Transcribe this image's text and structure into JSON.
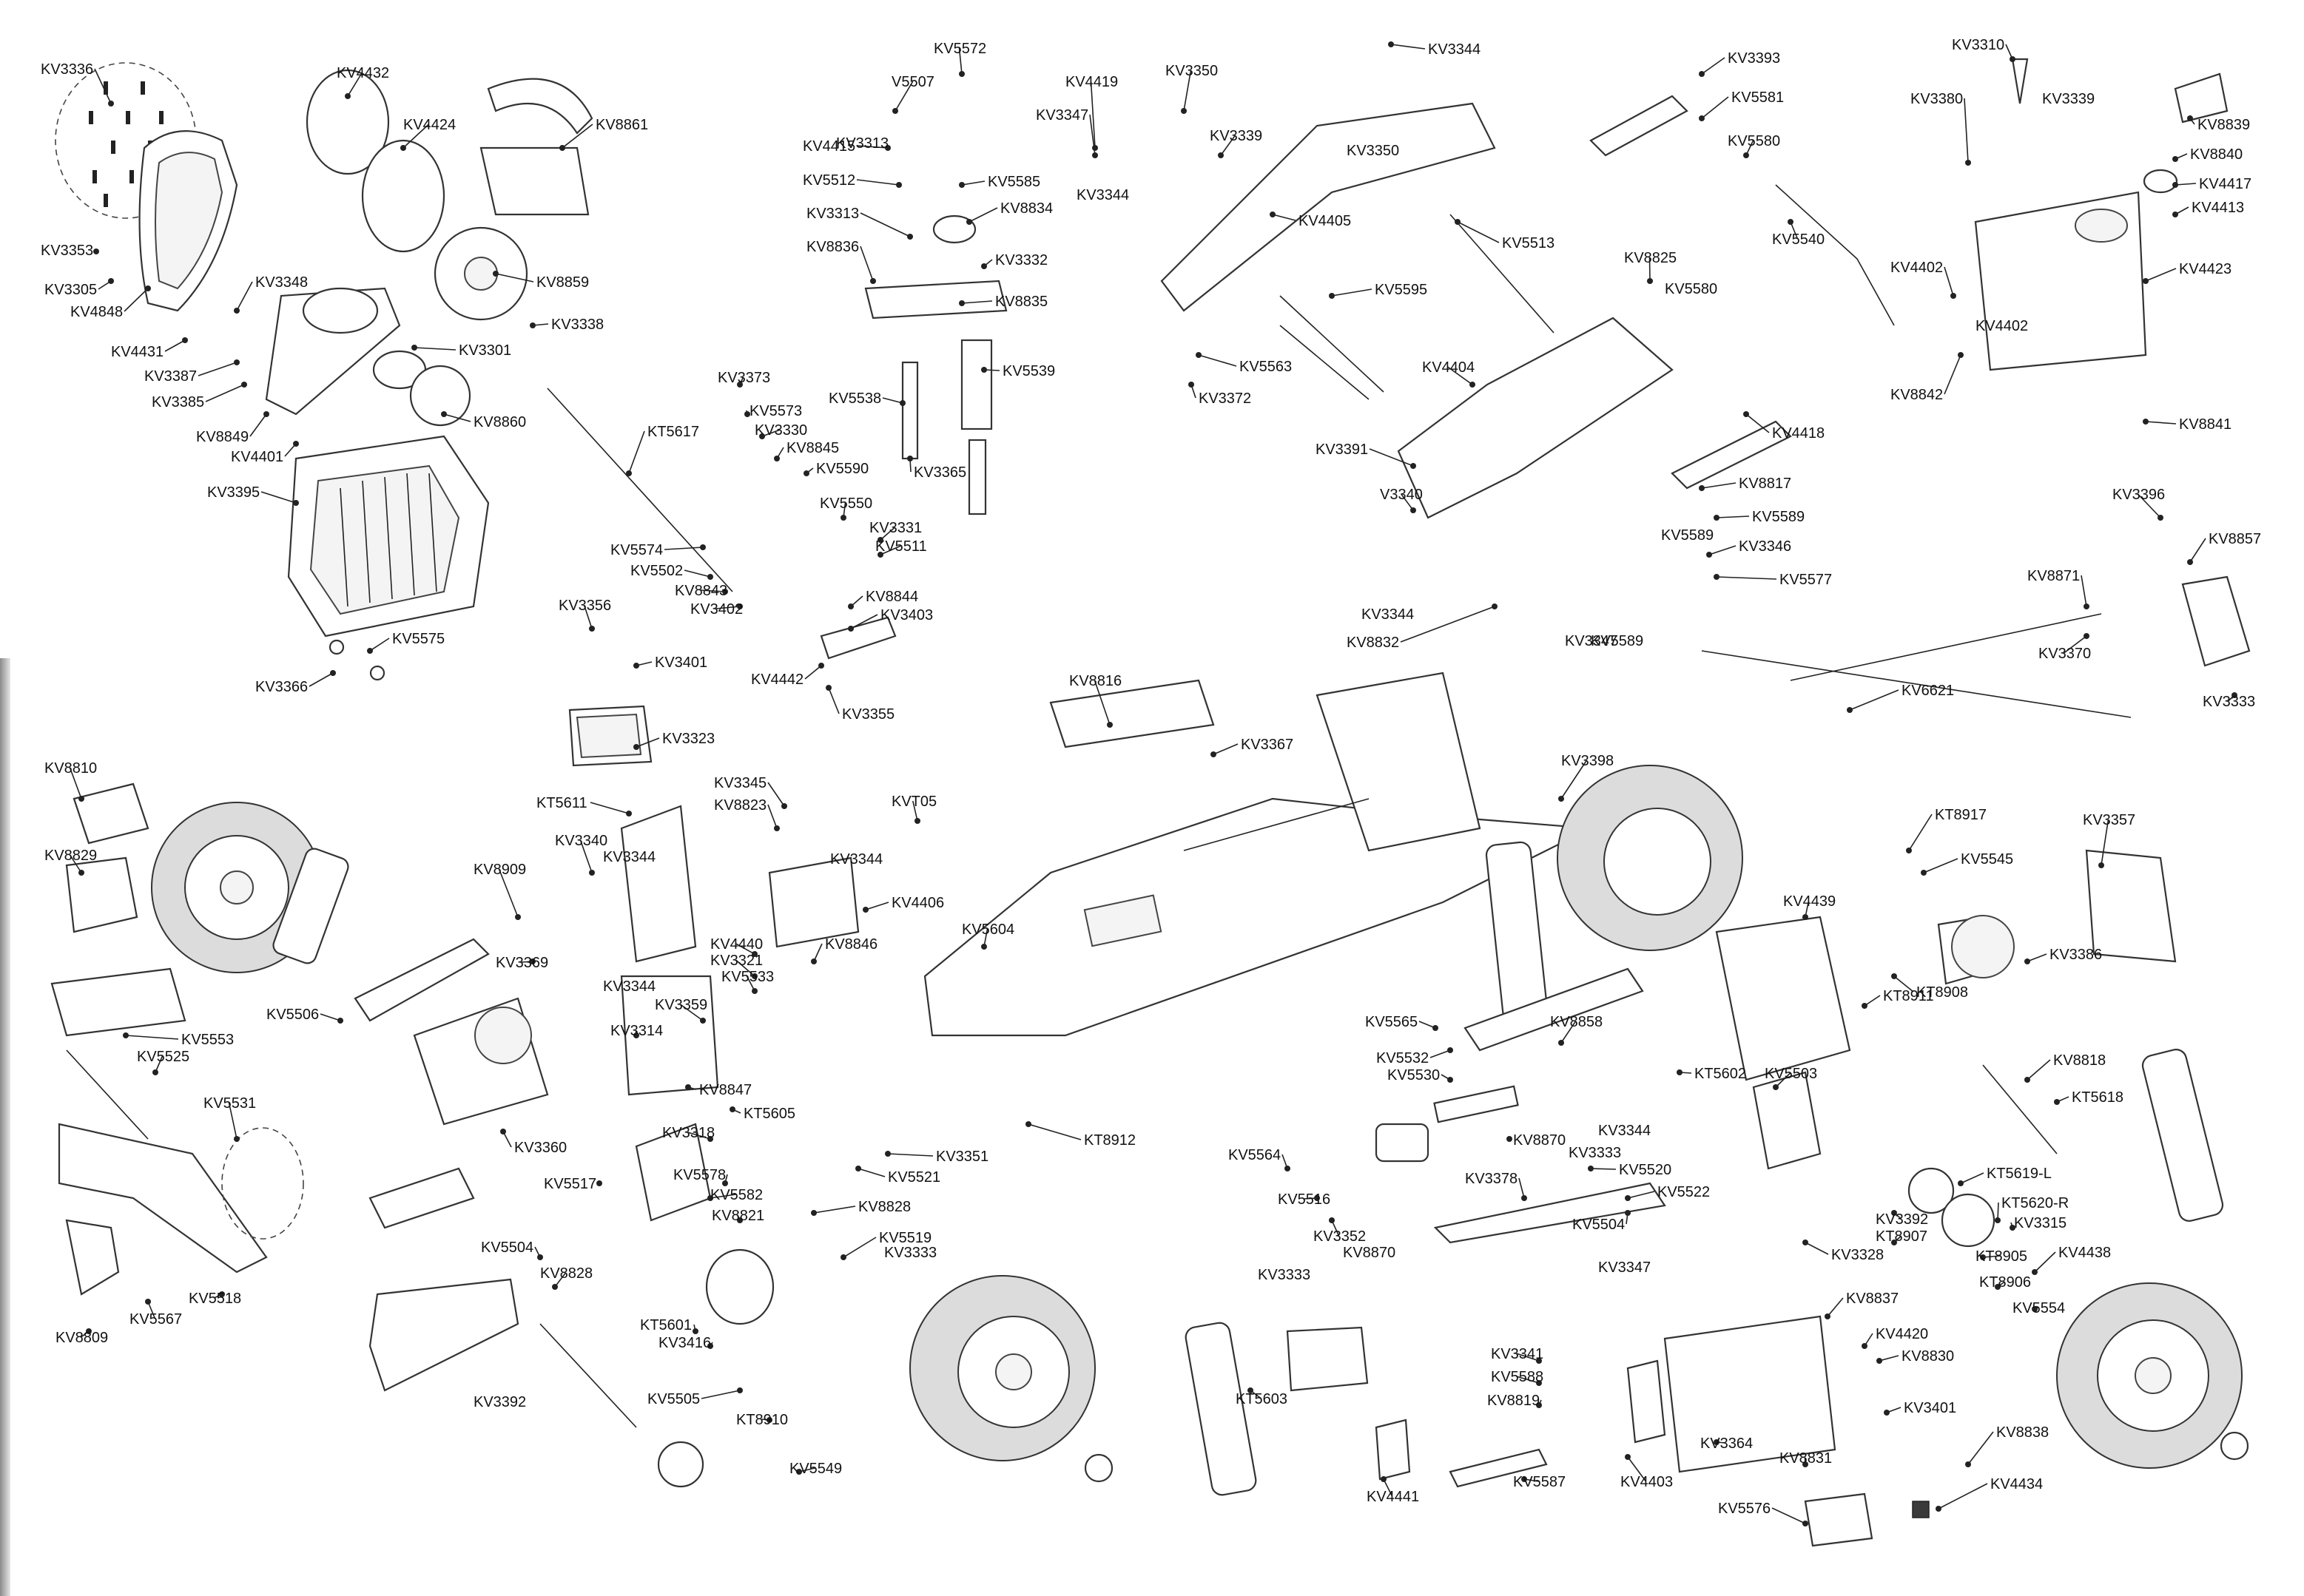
{
  "diagram": {
    "part_labels": [
      "KV3336",
      "KV4432",
      "KV4424",
      "KV8861",
      "KV3353",
      "KV3305",
      "KV4848",
      "KV3348",
      "KV4431",
      "KV3387",
      "KV3385",
      "KV8859",
      "KV3338",
      "KV3301",
      "KV8849",
      "KV8860",
      "KV4401",
      "KV3395",
      "KV5575",
      "KV3366",
      "V5507",
      "KV5572",
      "KV4419",
      "KV3350",
      "KV3344",
      "KV4415",
      "KV3313",
      "KV5512",
      "KV5585",
      "KV8834",
      "KV3332",
      "KV8836",
      "KV8835",
      "KV3347",
      "KV3339",
      "KV4405",
      "KV5539",
      "KV5538",
      "KV3365",
      "KV8825",
      "KV5513",
      "KV5595",
      "KV5563",
      "KV3372",
      "KV3393",
      "KV5581",
      "KV5580",
      "KV5540",
      "KV3310",
      "KV8839",
      "KV3380",
      "KV8840",
      "KV4417",
      "KV4413",
      "KV4423",
      "KV4402",
      "KV8842",
      "KV8841",
      "KV4404",
      "KV4418",
      "KV3391",
      "V3340",
      "KV8817",
      "KV5589",
      "KV3346",
      "KV5577",
      "KV8832",
      "KV3396",
      "KV8857",
      "KV8871",
      "KV3370",
      "KV6621",
      "KV3333",
      "KT5617",
      "KV3373",
      "KV5573",
      "KV3330",
      "KV8845",
      "KV5590",
      "KV5550",
      "KV3331",
      "KV5511",
      "KV5574",
      "KV5502",
      "KV8843",
      "KV3402",
      "KV8844",
      "KV3403",
      "KV4442",
      "KV3355",
      "KV3356",
      "KV3401",
      "KV3323",
      "KV8816",
      "KV3367",
      "KV3398",
      "KV8810",
      "KV8829",
      "KV3369",
      "KV8909",
      "KT5611",
      "KV3340",
      "KV3345",
      "KV8823",
      "KVT05",
      "KV4406",
      "KV5604",
      "KV4439",
      "KT8917",
      "KV3357",
      "KV5545",
      "KV3386",
      "KT8908",
      "KT8911",
      "KV5506",
      "KV5553",
      "KV4440",
      "KV3321",
      "KV8846",
      "KV5533",
      "KV3314",
      "KV3359",
      "KV8847",
      "KT5605",
      "KV3360",
      "KV5525",
      "KV5531",
      "KV5564",
      "KV5565",
      "KV5532",
      "KV5530",
      "KV8858",
      "KT5602",
      "KV5503",
      "KV8818",
      "KT5618",
      "KT8912",
      "KV3351",
      "KV5521",
      "KV3318",
      "KV5578",
      "KV5582",
      "KV8821",
      "KV8828",
      "KV5519",
      "KV5517",
      "KV5516",
      "KV3352",
      "KV8870",
      "KV3378",
      "KV5520",
      "KV5522",
      "KV5504",
      "KT5619-L",
      "KT5620-R",
      "KV3315",
      "KV4438",
      "KV3392",
      "KT8907",
      "KT8905",
      "KT8906",
      "KV5554",
      "KV5518",
      "KV5567",
      "KV8809",
      "KV5504",
      "KV8828",
      "KT5601",
      "KV3416",
      "KV5505",
      "KT8910",
      "KV5549",
      "KT5603",
      "KV3341",
      "KV5588",
      "KV8819",
      "KV5587",
      "KV4403",
      "KV3364",
      "KV8837",
      "KV4420",
      "KV8830",
      "KV3401",
      "KV8831",
      "KV8838",
      "KV5576",
      "KV4434",
      "KV4441",
      "KV3328"
    ]
  }
}
